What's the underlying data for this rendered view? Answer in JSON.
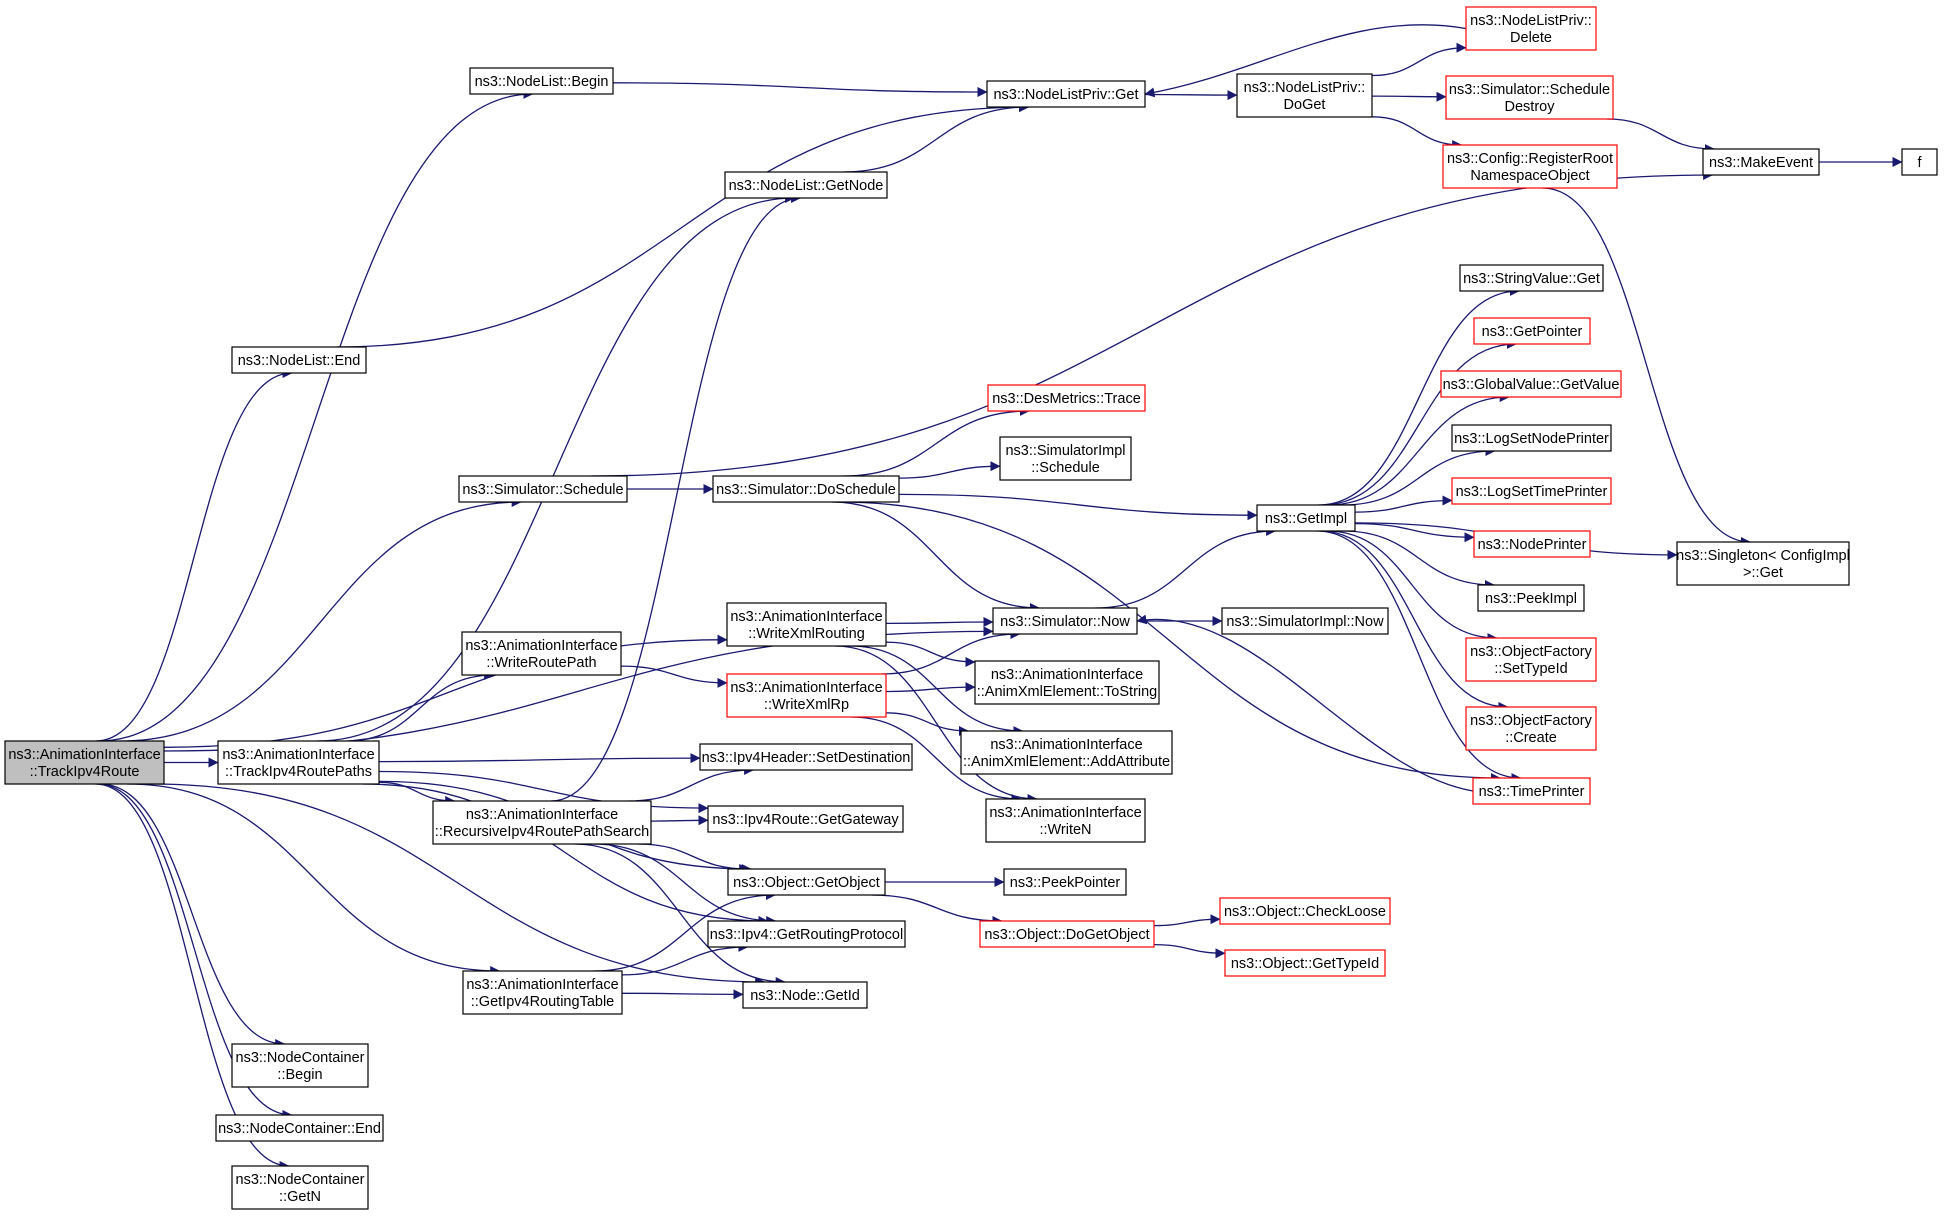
{
  "colors": {
    "edge": "#191970",
    "node_border": "#000000",
    "node_border_truncated": "#ff0000",
    "root_fill": "#bfbfbf",
    "node_fill": "#ffffff"
  },
  "nodes": [
    {
      "id": "root",
      "lines": [
        "ns3::AnimationInterface",
        "::TrackIpv4Route"
      ],
      "style": "root"
    },
    {
      "id": "nl_begin",
      "lines": [
        "ns3::NodeList::Begin"
      ],
      "style": "normal"
    },
    {
      "id": "nl_end",
      "lines": [
        "ns3::NodeList::End"
      ],
      "style": "normal"
    },
    {
      "id": "sim_schedule",
      "lines": [
        "ns3::Simulator::Schedule"
      ],
      "style": "normal"
    },
    {
      "id": "track_paths",
      "lines": [
        "ns3::AnimationInterface",
        "::TrackIpv4RoutePaths"
      ],
      "style": "normal"
    },
    {
      "id": "get_rt",
      "lines": [
        "ns3::AnimationInterface",
        "::GetIpv4RoutingTable"
      ],
      "style": "normal"
    },
    {
      "id": "nc_begin",
      "lines": [
        "ns3::NodeContainer",
        "::Begin"
      ],
      "style": "normal"
    },
    {
      "id": "nc_end",
      "lines": [
        "ns3::NodeContainer::End"
      ],
      "style": "normal"
    },
    {
      "id": "nc_getn",
      "lines": [
        "ns3::NodeContainer",
        "::GetN"
      ],
      "style": "normal"
    },
    {
      "id": "write_route_path",
      "lines": [
        "ns3::AnimationInterface",
        "::WriteRoutePath"
      ],
      "style": "normal"
    },
    {
      "id": "recursive",
      "lines": [
        "ns3::AnimationInterface",
        "::RecursiveIpv4RoutePathSearch"
      ],
      "style": "normal"
    },
    {
      "id": "nl_getnode",
      "lines": [
        "ns3::NodeList::GetNode"
      ],
      "style": "normal"
    },
    {
      "id": "sim_doschedule",
      "lines": [
        "ns3::Simulator::DoSchedule"
      ],
      "style": "normal"
    },
    {
      "id": "write_xml_routing",
      "lines": [
        "ns3::AnimationInterface",
        "::WriteXmlRouting"
      ],
      "style": "normal"
    },
    {
      "id": "write_xml_rp",
      "lines": [
        "ns3::AnimationInterface",
        "::WriteXmlRp"
      ],
      "style": "truncated"
    },
    {
      "id": "ipv4h_setdest",
      "lines": [
        "ns3::Ipv4Header::SetDestination"
      ],
      "style": "normal"
    },
    {
      "id": "ipv4r_getgw",
      "lines": [
        "ns3::Ipv4Route::GetGateway"
      ],
      "style": "normal"
    },
    {
      "id": "obj_getobject",
      "lines": [
        "ns3::Object::GetObject"
      ],
      "style": "normal"
    },
    {
      "id": "ipv4_getrp",
      "lines": [
        "ns3::Ipv4::GetRoutingProtocol"
      ],
      "style": "normal"
    },
    {
      "id": "node_getid",
      "lines": [
        "ns3::Node::GetId"
      ],
      "style": "normal"
    },
    {
      "id": "nlp_get",
      "lines": [
        "ns3::NodeListPriv::Get"
      ],
      "style": "normal"
    },
    {
      "id": "sim_now",
      "lines": [
        "ns3::Simulator::Now"
      ],
      "style": "normal"
    },
    {
      "id": "des_trace",
      "lines": [
        "ns3::DesMetrics::Trace"
      ],
      "style": "truncated"
    },
    {
      "id": "simimpl_schedule",
      "lines": [
        "ns3::SimulatorImpl",
        "::Schedule"
      ],
      "style": "normal"
    },
    {
      "id": "axe_tostring",
      "lines": [
        "ns3::AnimationInterface",
        "::AnimXmlElement::ToString"
      ],
      "style": "normal"
    },
    {
      "id": "axe_addattr",
      "lines": [
        "ns3::AnimationInterface",
        "::AnimXmlElement::AddAttribute"
      ],
      "style": "normal"
    },
    {
      "id": "write_n",
      "lines": [
        "ns3::AnimationInterface",
        "::WriteN"
      ],
      "style": "normal"
    },
    {
      "id": "peek_pointer",
      "lines": [
        "ns3::PeekPointer"
      ],
      "style": "normal"
    },
    {
      "id": "obj_dogetobject",
      "lines": [
        "ns3::Object::DoGetObject"
      ],
      "style": "truncated"
    },
    {
      "id": "nlp_doget",
      "lines": [
        "ns3::NodeListPriv::",
        "DoGet"
      ],
      "style": "normal"
    },
    {
      "id": "get_impl",
      "lines": [
        "ns3::GetImpl"
      ],
      "style": "normal"
    },
    {
      "id": "simimpl_now",
      "lines": [
        "ns3::SimulatorImpl::Now"
      ],
      "style": "normal"
    },
    {
      "id": "obj_checkloose",
      "lines": [
        "ns3::Object::CheckLoose"
      ],
      "style": "truncated"
    },
    {
      "id": "obj_gettypeid",
      "lines": [
        "ns3::Object::GetTypeId"
      ],
      "style": "truncated"
    },
    {
      "id": "nlp_delete",
      "lines": [
        "ns3::NodeListPriv::",
        "Delete"
      ],
      "style": "truncated"
    },
    {
      "id": "sim_sched_destroy",
      "lines": [
        "ns3::Simulator::Schedule",
        "Destroy"
      ],
      "style": "truncated"
    },
    {
      "id": "cfg_register",
      "lines": [
        "ns3::Config::RegisterRoot",
        "NamespaceObject"
      ],
      "style": "truncated"
    },
    {
      "id": "string_get",
      "lines": [
        "ns3::StringValue::Get"
      ],
      "style": "normal"
    },
    {
      "id": "get_pointer",
      "lines": [
        "ns3::GetPointer"
      ],
      "style": "truncated"
    },
    {
      "id": "gv_getvalue",
      "lines": [
        "ns3::GlobalValue::GetValue"
      ],
      "style": "truncated"
    },
    {
      "id": "log_set_node",
      "lines": [
        "ns3::LogSetNodePrinter"
      ],
      "style": "normal"
    },
    {
      "id": "log_set_time",
      "lines": [
        "ns3::LogSetTimePrinter"
      ],
      "style": "truncated"
    },
    {
      "id": "node_printer",
      "lines": [
        "ns3::NodePrinter"
      ],
      "style": "truncated"
    },
    {
      "id": "peek_impl",
      "lines": [
        "ns3::PeekImpl"
      ],
      "style": "normal"
    },
    {
      "id": "of_settypeid",
      "lines": [
        "ns3::ObjectFactory",
        "::SetTypeId"
      ],
      "style": "truncated"
    },
    {
      "id": "of_create",
      "lines": [
        "ns3::ObjectFactory",
        "::Create"
      ],
      "style": "truncated"
    },
    {
      "id": "time_printer",
      "lines": [
        "ns3::TimePrinter"
      ],
      "style": "truncated"
    },
    {
      "id": "make_event",
      "lines": [
        "ns3::MakeEvent"
      ],
      "style": "normal"
    },
    {
      "id": "f_node",
      "lines": [
        "f"
      ],
      "style": "normal"
    },
    {
      "id": "singleton_get",
      "lines": [
        "ns3::Singleton< ConfigImpl",
        ">::Get"
      ],
      "style": "normal"
    }
  ],
  "edges": [
    [
      "root",
      "nl_begin"
    ],
    [
      "root",
      "nl_end"
    ],
    [
      "root",
      "sim_schedule"
    ],
    [
      "root",
      "track_paths"
    ],
    [
      "root",
      "get_rt"
    ],
    [
      "root",
      "nc_begin"
    ],
    [
      "root",
      "nc_end"
    ],
    [
      "root",
      "nc_getn"
    ],
    [
      "root",
      "write_xml_routing"
    ],
    [
      "root",
      "sim_now"
    ],
    [
      "root",
      "node_getid"
    ],
    [
      "nl_begin",
      "nlp_get"
    ],
    [
      "nl_end",
      "nlp_get"
    ],
    [
      "sim_schedule",
      "sim_doschedule"
    ],
    [
      "sim_schedule",
      "make_event"
    ],
    [
      "track_paths",
      "write_route_path"
    ],
    [
      "track_paths",
      "recursive"
    ],
    [
      "track_paths",
      "nl_getnode"
    ],
    [
      "track_paths",
      "ipv4h_setdest"
    ],
    [
      "track_paths",
      "ipv4r_getgw"
    ],
    [
      "track_paths",
      "obj_getobject"
    ],
    [
      "track_paths",
      "ipv4_getrp"
    ],
    [
      "get_rt",
      "obj_getobject"
    ],
    [
      "get_rt",
      "ipv4_getrp"
    ],
    [
      "get_rt",
      "node_getid"
    ],
    [
      "write_route_path",
      "write_xml_rp"
    ],
    [
      "recursive",
      "nl_getnode"
    ],
    [
      "recursive",
      "ipv4h_setdest"
    ],
    [
      "recursive",
      "ipv4r_getgw"
    ],
    [
      "recursive",
      "obj_getobject"
    ],
    [
      "recursive",
      "ipv4_getrp"
    ],
    [
      "recursive",
      "node_getid"
    ],
    [
      "nl_getnode",
      "nlp_get"
    ],
    [
      "sim_doschedule",
      "des_trace"
    ],
    [
      "sim_doschedule",
      "simimpl_schedule"
    ],
    [
      "sim_doschedule",
      "get_impl"
    ],
    [
      "sim_doschedule",
      "sim_now"
    ],
    [
      "sim_doschedule",
      "time_printer"
    ],
    [
      "write_xml_routing",
      "sim_now"
    ],
    [
      "write_xml_routing",
      "axe_tostring"
    ],
    [
      "write_xml_routing",
      "axe_addattr"
    ],
    [
      "write_xml_routing",
      "write_n"
    ],
    [
      "write_xml_rp",
      "sim_now"
    ],
    [
      "write_xml_rp",
      "axe_tostring"
    ],
    [
      "write_xml_rp",
      "axe_addattr"
    ],
    [
      "write_xml_rp",
      "write_n"
    ],
    [
      "obj_getobject",
      "peek_pointer"
    ],
    [
      "obj_getobject",
      "obj_dogetobject"
    ],
    [
      "obj_dogetobject",
      "obj_checkloose"
    ],
    [
      "obj_dogetobject",
      "obj_gettypeid"
    ],
    [
      "nlp_get",
      "nlp_doget"
    ],
    [
      "nlp_doget",
      "nlp_delete"
    ],
    [
      "nlp_doget",
      "sim_sched_destroy"
    ],
    [
      "nlp_doget",
      "cfg_register"
    ],
    [
      "nlp_delete",
      "nlp_get"
    ],
    [
      "sim_sched_destroy",
      "make_event"
    ],
    [
      "make_event",
      "f_node"
    ],
    [
      "cfg_register",
      "singleton_get"
    ],
    [
      "sim_now",
      "get_impl"
    ],
    [
      "sim_now",
      "simimpl_now"
    ],
    [
      "get_impl",
      "string_get"
    ],
    [
      "get_impl",
      "get_pointer"
    ],
    [
      "get_impl",
      "gv_getvalue"
    ],
    [
      "get_impl",
      "log_set_node"
    ],
    [
      "get_impl",
      "log_set_time"
    ],
    [
      "get_impl",
      "node_printer"
    ],
    [
      "get_impl",
      "peek_impl"
    ],
    [
      "get_impl",
      "of_settypeid"
    ],
    [
      "get_impl",
      "of_create"
    ],
    [
      "get_impl",
      "time_printer"
    ],
    [
      "get_impl",
      "singleton_get"
    ],
    [
      "time_printer",
      "sim_now"
    ]
  ]
}
